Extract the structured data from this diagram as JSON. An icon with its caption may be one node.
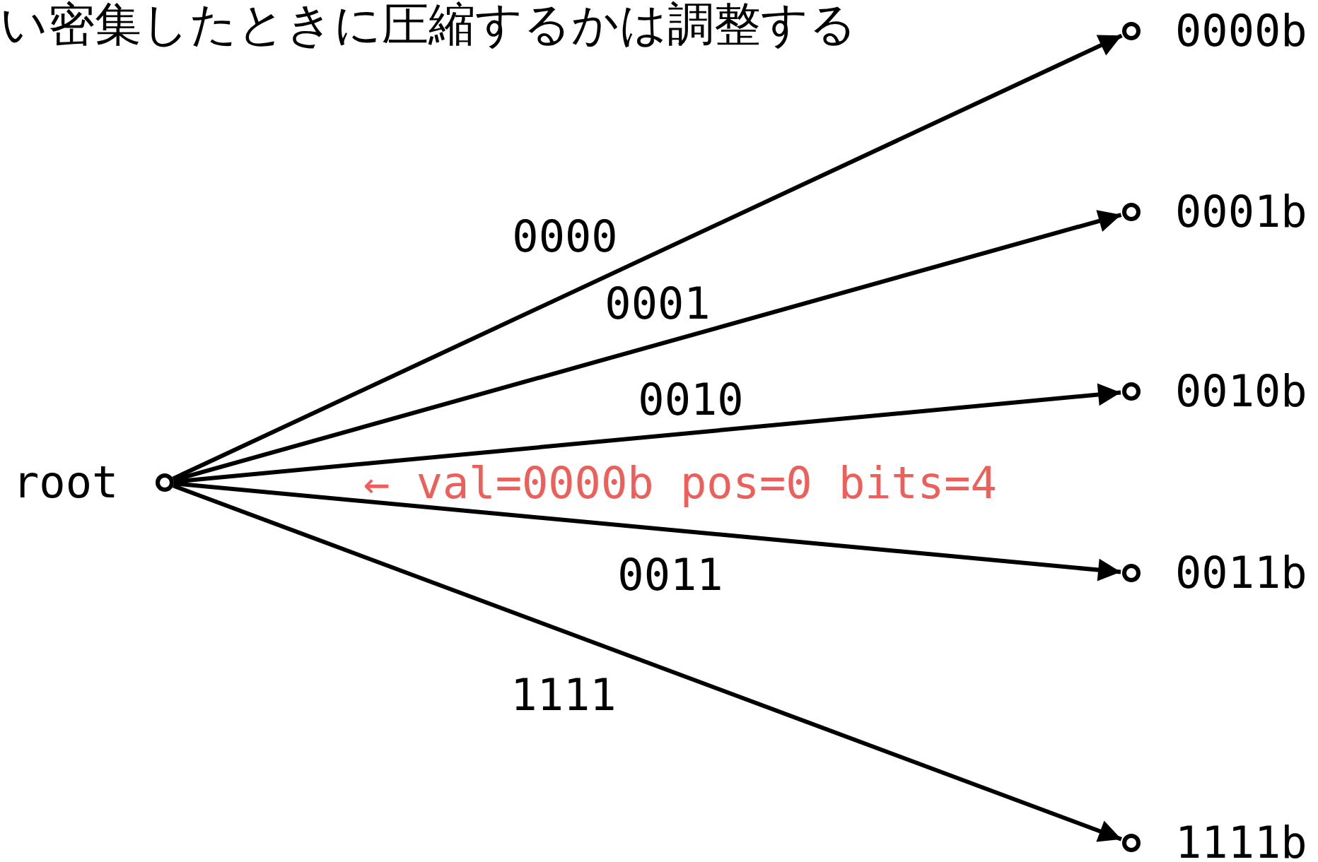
{
  "diagram": {
    "title": "い密集したときに圧縮するかは調整する",
    "nodes": [
      {
        "text": [],
        "shape": "circle",
        "beside": [
          "root"
        ]
      },
      {
        "text": [],
        "shape": "circle",
        "beside": [
          "0000b"
        ]
      },
      {
        "text": [],
        "shape": "circle",
        "beside": [
          "0001b"
        ]
      },
      {
        "text": [],
        "shape": "circle",
        "beside": [
          "0010b"
        ]
      },
      {
        "text": [],
        "shape": "circle",
        "beside": [
          "0011b"
        ]
      },
      {
        "text": [],
        "shape": "circle",
        "beside": [
          "1111b"
        ]
      }
    ],
    "edges": [
      {
        "from": 0,
        "to": 1,
        "arrow": "to",
        "label": "0000"
      },
      {
        "from": 0,
        "to": 2,
        "arrow": "to",
        "label": "0001"
      },
      {
        "from": 0,
        "to": 3,
        "arrow": "to",
        "label": "0010"
      },
      {
        "from": 0,
        "to": 4,
        "arrow": "to",
        "label": "0011"
      },
      {
        "from": 0,
        "to": 5,
        "arrow": "to",
        "label": "1111"
      }
    ],
    "labels": [
      "← val=0000b pos=0 bits=4"
    ]
  }
}
